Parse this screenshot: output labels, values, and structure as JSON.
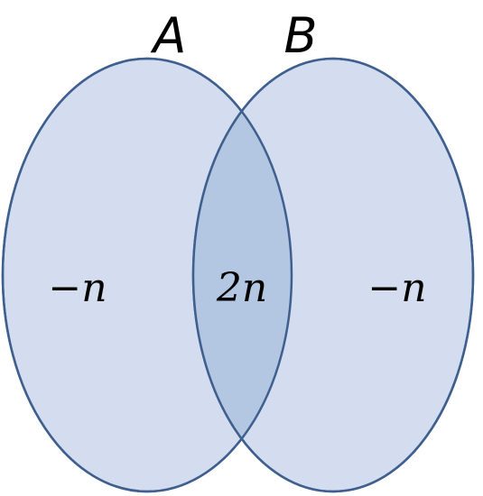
{
  "sets": [
    {
      "name": "A"
    },
    {
      "name": "B"
    }
  ],
  "regions": {
    "a_only": "−n",
    "intersection": "2n",
    "b_only": "−n"
  },
  "colors": {
    "circle_fill": "#d3ddef",
    "intersection_fill": "#b3c6e2",
    "stroke": "#3f5f8e",
    "text": "#000000"
  }
}
